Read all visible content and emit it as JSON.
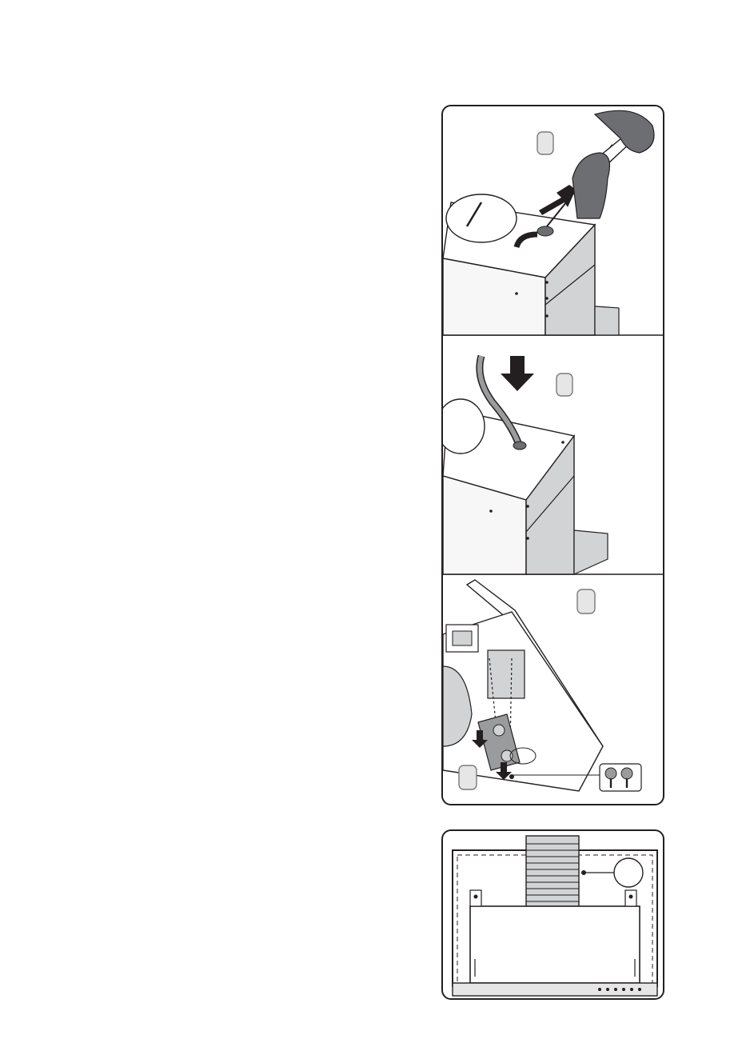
{
  "document": {
    "language": "none",
    "text_content": []
  },
  "figures": {
    "installation_steps": {
      "steps": [
        {
          "id": "knockout-removal",
          "badge": ""
        },
        {
          "id": "cable-insertion",
          "badge": ""
        },
        {
          "id": "terminal-cover",
          "badge": "",
          "badge_secondary": ""
        }
      ]
    },
    "hood_front_view": {
      "callout_label": ""
    }
  },
  "colors": {
    "outline": "#231f20",
    "glove": "#6d6e71",
    "panel_shade": "#d1d3d4",
    "box_face": "#f7f7f7",
    "badge_fill": "#e6e6e6"
  }
}
